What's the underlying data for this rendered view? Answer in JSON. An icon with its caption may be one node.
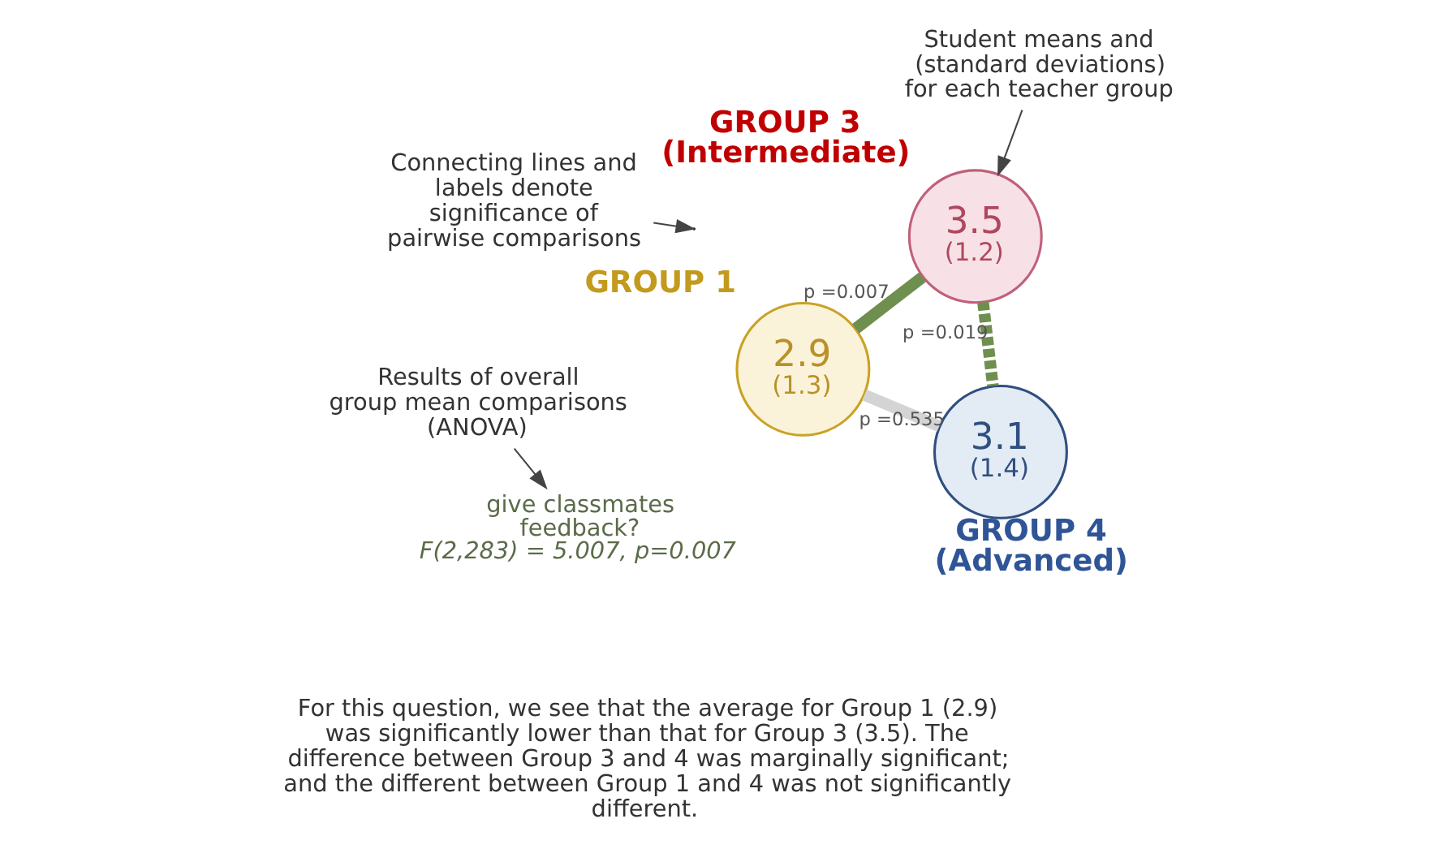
{
  "diagram": {
    "nodes": [
      {
        "text": [
          "2.9",
          "(1.3)"
        ],
        "beside": [
          "GROUP 1"
        ]
      },
      {
        "text": [
          "3.5",
          "(1.2)"
        ],
        "beside": [
          "GROUP 3 (Intermediate)"
        ]
      },
      {
        "text": [
          "3.1",
          "(1.4)"
        ],
        "beside": [
          "GROUP 4 (Advanced)"
        ]
      },
      {
        "text": [
          "Student means and (standard deviations) for each teacher group"
        ]
      },
      {
        "text": [
          "Connecting lines and labels denote significance of pairwise comparisons"
        ]
      },
      {
        "text": [
          "Results of overall group mean comparisons (ANOVA)"
        ]
      },
      {
        "text": [
          "give classmates feedback?",
          "F(2,283) = 5.007, p=0.007"
        ]
      }
    ],
    "edges": [
      {
        "from": 0,
        "to": 1,
        "arrow": "none",
        "label": "p =0.007",
        "style": "thick"
      },
      {
        "from": 0,
        "to": 2,
        "arrow": "none",
        "label": "p =0.535",
        "style": "thick",
        "color": "#d4d4d4"
      },
      {
        "from": 1,
        "to": 2,
        "arrow": "none",
        "label": "p =0.019",
        "style": "dashed"
      },
      {
        "from": 3,
        "to": 1,
        "arrow": "to"
      },
      {
        "from": 4,
        "to": null,
        "arrow": "to"
      },
      {
        "from": 5,
        "to": 6,
        "arrow": "to"
      }
    ],
    "labels": [
      "For this question, we see that the average for Group 1 (2.9) was significantly lower than that for Group 3 (3.5). The difference between Group 3 and 4 was marginally significant; and the different between Group 1 and 4 was not significantly different."
    ]
  }
}
